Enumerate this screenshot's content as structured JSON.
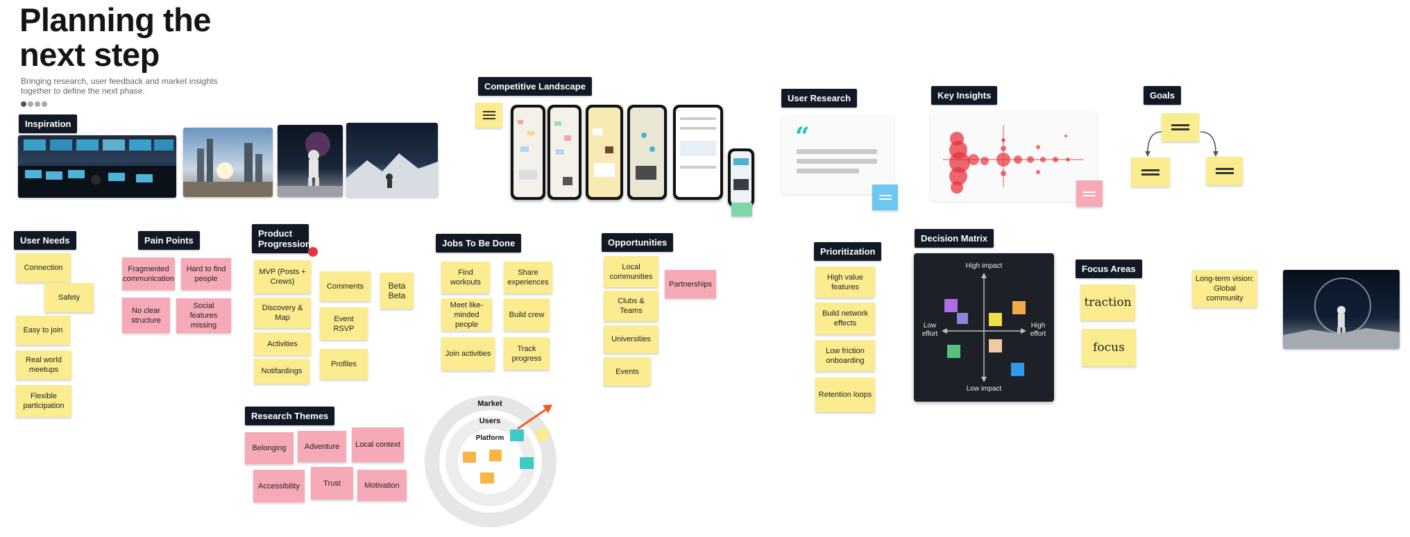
{
  "header": {
    "title_line1": "Planning the",
    "title_line2": "next step",
    "subtitle": "Bringing research, user feedback and market insights together to define the next phase."
  },
  "inspiration": {
    "label": "Inspiration"
  },
  "competitive": {
    "label": "Competitive Landscape"
  },
  "user_research": {
    "label": "User Research"
  },
  "key_insights": {
    "label": "Key Insights"
  },
  "goals": {
    "label": "Goals"
  },
  "user_needs": {
    "label": "User Needs",
    "items": [
      "Connection",
      "Safety",
      "Easy to join",
      "Real world meetups",
      "Flexible participation"
    ]
  },
  "pain_points": {
    "label": "Pain Points",
    "items": [
      "Fragmented communication",
      "Hard to find people",
      "No clear structure",
      "Social features missing"
    ]
  },
  "product_progression": {
    "label": "Product Progression",
    "items": [
      "MVP (Posts + Crews)",
      "Discovery & Map",
      "Activities",
      "Notifardings",
      "Comments",
      "Event RSVP",
      "Profiles",
      "Beta Beta"
    ]
  },
  "jobs": {
    "label": "Jobs To Be Done",
    "items": [
      "Find workouts",
      "Share experiences",
      "Meet like-minded people",
      "Build crew",
      "Join activities",
      "Track progress"
    ]
  },
  "opportunities": {
    "label": "Opportunities",
    "items": [
      "Local communities",
      "Partnerships",
      "Clubs & Teams",
      "Universities",
      "Events"
    ]
  },
  "prioritization": {
    "label": "Prioritization",
    "items": [
      "High value features",
      "Build network effects",
      "Low friction onboarding",
      "Retention loops"
    ]
  },
  "decision_matrix": {
    "label": "Decision Matrix",
    "high_impact": "High impact",
    "low_impact": "Low impact",
    "low_effort": "Low effort",
    "high_effort": "High effort"
  },
  "focus_areas": {
    "label": "Focus Areas",
    "items": [
      "traction",
      "focus"
    ]
  },
  "vision": {
    "text": "Long-term vision: Global community"
  },
  "research_themes": {
    "label": "Research Themes",
    "items": [
      "Belonging",
      "Adventure",
      "Local context",
      "Accessibility",
      "Trust",
      "Motivation"
    ]
  },
  "rings": {
    "market": "Market",
    "users": "Users",
    "platform": "Platform"
  },
  "colors": {
    "label_bg": "#111a24",
    "sticky_yellow": "#fbec8f",
    "sticky_pink": "#f6a9b6",
    "sticky_cyan": "#4dd6cf",
    "accent_orange": "#f05a28",
    "bubble_red": "#e8333f"
  }
}
